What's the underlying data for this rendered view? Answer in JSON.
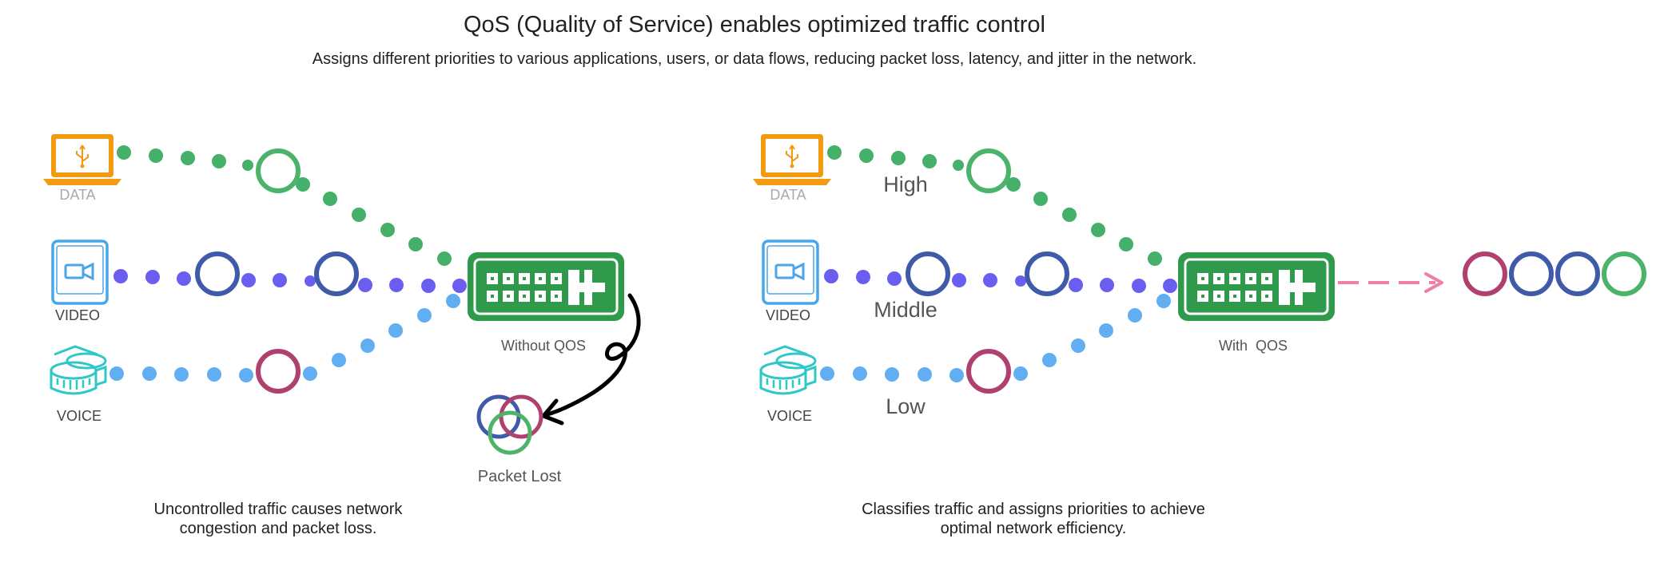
{
  "header": {
    "title": "QoS (Quality of Service) enables optimized traffic control",
    "subtitle": "Assigns different priorities to various applications, users, or data flows, reducing packet loss, latency, and jitter in the network."
  },
  "left_panel": {
    "sources": [
      "DATA",
      "VIDEO",
      "VOICE"
    ],
    "router_label": "Without QOS",
    "lost_label": "Packet Lost",
    "caption_line1": "Uncontrolled traffic causes network",
    "caption_line2": "congestion and packet loss."
  },
  "right_panel": {
    "sources": [
      "DATA",
      "VIDEO",
      "VOICE"
    ],
    "priorities": [
      "High",
      "Middle",
      "Low"
    ],
    "router_label": "With  QOS",
    "caption_line1": "Classifies traffic and assigns priorities to achieve",
    "caption_line2": "optimal network efficiency."
  },
  "colors": {
    "data": "#44b06a",
    "video": "#6a5ef0",
    "voice": "#62aef2",
    "ring_green": "#4cb36a",
    "ring_navy": "#3f5aa8",
    "ring_magenta": "#b0416e",
    "router": "#2f9a4c",
    "laptop": "#f29a10",
    "camera": "#4aa6ea",
    "reel": "#2fc7c7",
    "arrow_pink": "#ee7fa6"
  },
  "icons": [
    "laptop-usb-icon",
    "video-camera-icon",
    "tape-reel-icon",
    "switch-router-icon"
  ]
}
